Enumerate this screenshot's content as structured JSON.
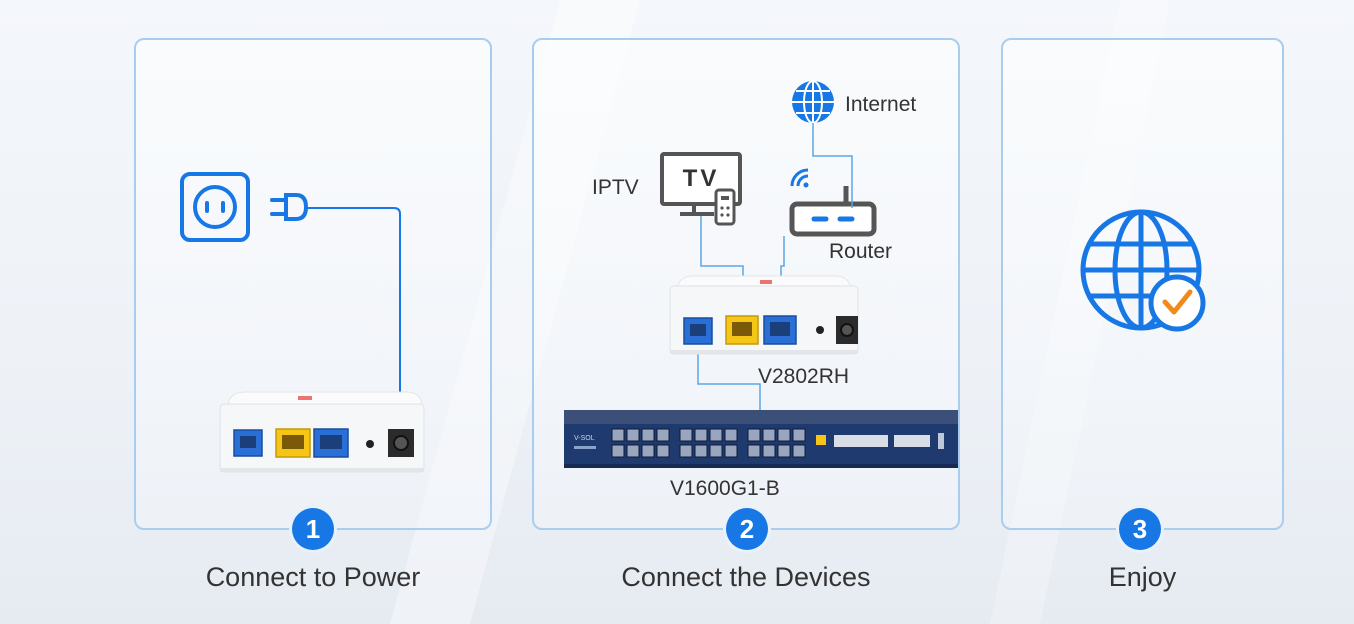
{
  "steps": [
    {
      "number": "1",
      "label": "Connect to Power"
    },
    {
      "number": "2",
      "label": "Connect the Devices"
    },
    {
      "number": "3",
      "label": "Enjoy"
    }
  ],
  "diagram": {
    "internet": "Internet",
    "iptv": "IPTV",
    "tv": "TV",
    "router": "Router",
    "onu_model": "V2802RH",
    "olt_model": "V1600G1-B",
    "olt_brand": "V-SOL"
  },
  "colors": {
    "accent": "#1677e5",
    "panel_border": "#a9cdef",
    "port_yellow": "#f5c518",
    "port_blue": "#2a6fd6",
    "olt_body": "#1f3a6e",
    "check": "#f08a1c"
  }
}
